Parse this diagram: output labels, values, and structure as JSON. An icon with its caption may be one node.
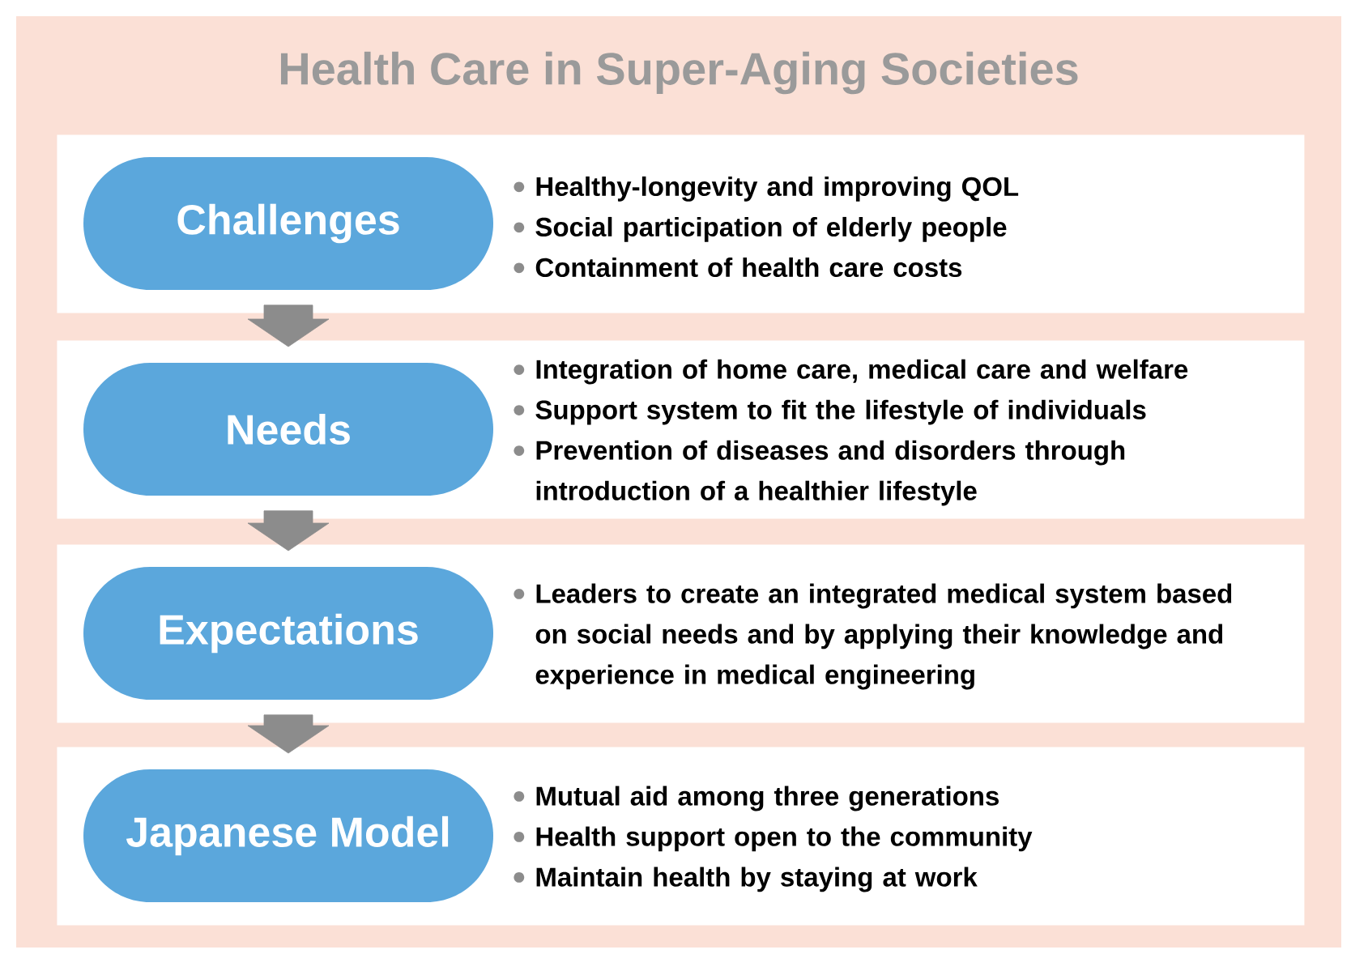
{
  "diagram": {
    "title": "Health Care in Super-Aging Societies",
    "nodes": [
      {
        "text": [
          "Healthy-longevity and improving QOL",
          "Social participation of elderly people",
          "Containment of health care costs"
        ]
      },
      {
        "text": [
          "Challenges"
        ],
        "in": 0
      },
      {
        "text": [
          "Integration of home care, medical care and welfare",
          "Support system to fit the lifestyle of individuals",
          "Prevention of diseases and disorders through introduction of a healthier lifestyle"
        ]
      },
      {
        "text": [
          "Needs"
        ],
        "in": 2
      },
      {
        "text": [
          "Leaders to create an integrated medical system based on social needs and by applying their knowledge and experience in medical engineering"
        ]
      },
      {
        "text": [
          "Expectations"
        ],
        "in": 4
      },
      {
        "text": [
          "Mutual aid among three generations",
          "Health support open to the community",
          "Maintain health by staying at work"
        ]
      },
      {
        "text": [
          "Japanese Model"
        ],
        "in": 6
      }
    ],
    "edges": [
      {
        "from": 0,
        "to": 2,
        "arrow": "to"
      },
      {
        "from": 2,
        "to": 4,
        "arrow": "to"
      },
      {
        "from": 4,
        "to": 6,
        "arrow": "to"
      }
    ]
  }
}
